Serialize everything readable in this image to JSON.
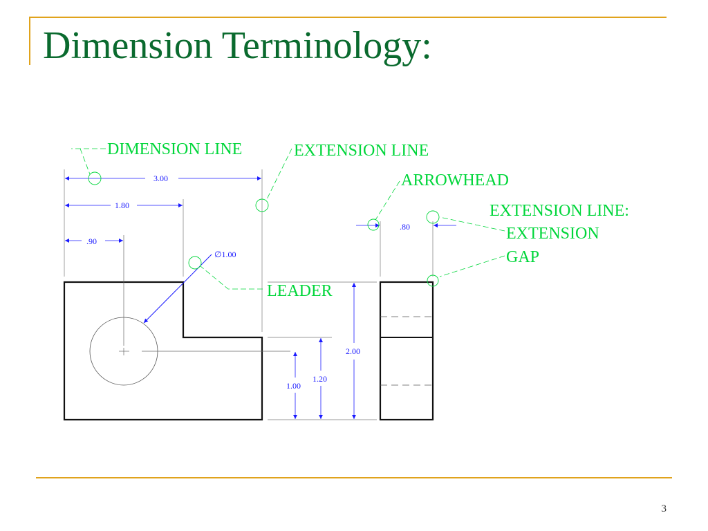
{
  "slide": {
    "title": "Dimension Terminology:",
    "page_number": "3"
  },
  "callouts": {
    "dimension_line": "DIMENSION LINE",
    "extension_line": "EXTENSION LINE",
    "arrowhead": "ARROWHEAD",
    "extension_line_gap_1": "EXTENSION LINE:",
    "extension_line_gap_2": "EXTENSION",
    "extension_line_gap_3": "GAP",
    "leader": "LEADER"
  },
  "dimensions": {
    "overall_width": "3.00",
    "step_width": "1.80",
    "hole_center": ".90",
    "hole_diameter": "∅1.00",
    "side_width": ".80",
    "overall_height": "2.00",
    "step_height": "1.20",
    "hole_center_height": "1.00"
  },
  "colors": {
    "title": "#0a6a2e",
    "callout": "#00d63a",
    "dimension": "#1a1aff",
    "rule": "#e0a31c"
  }
}
